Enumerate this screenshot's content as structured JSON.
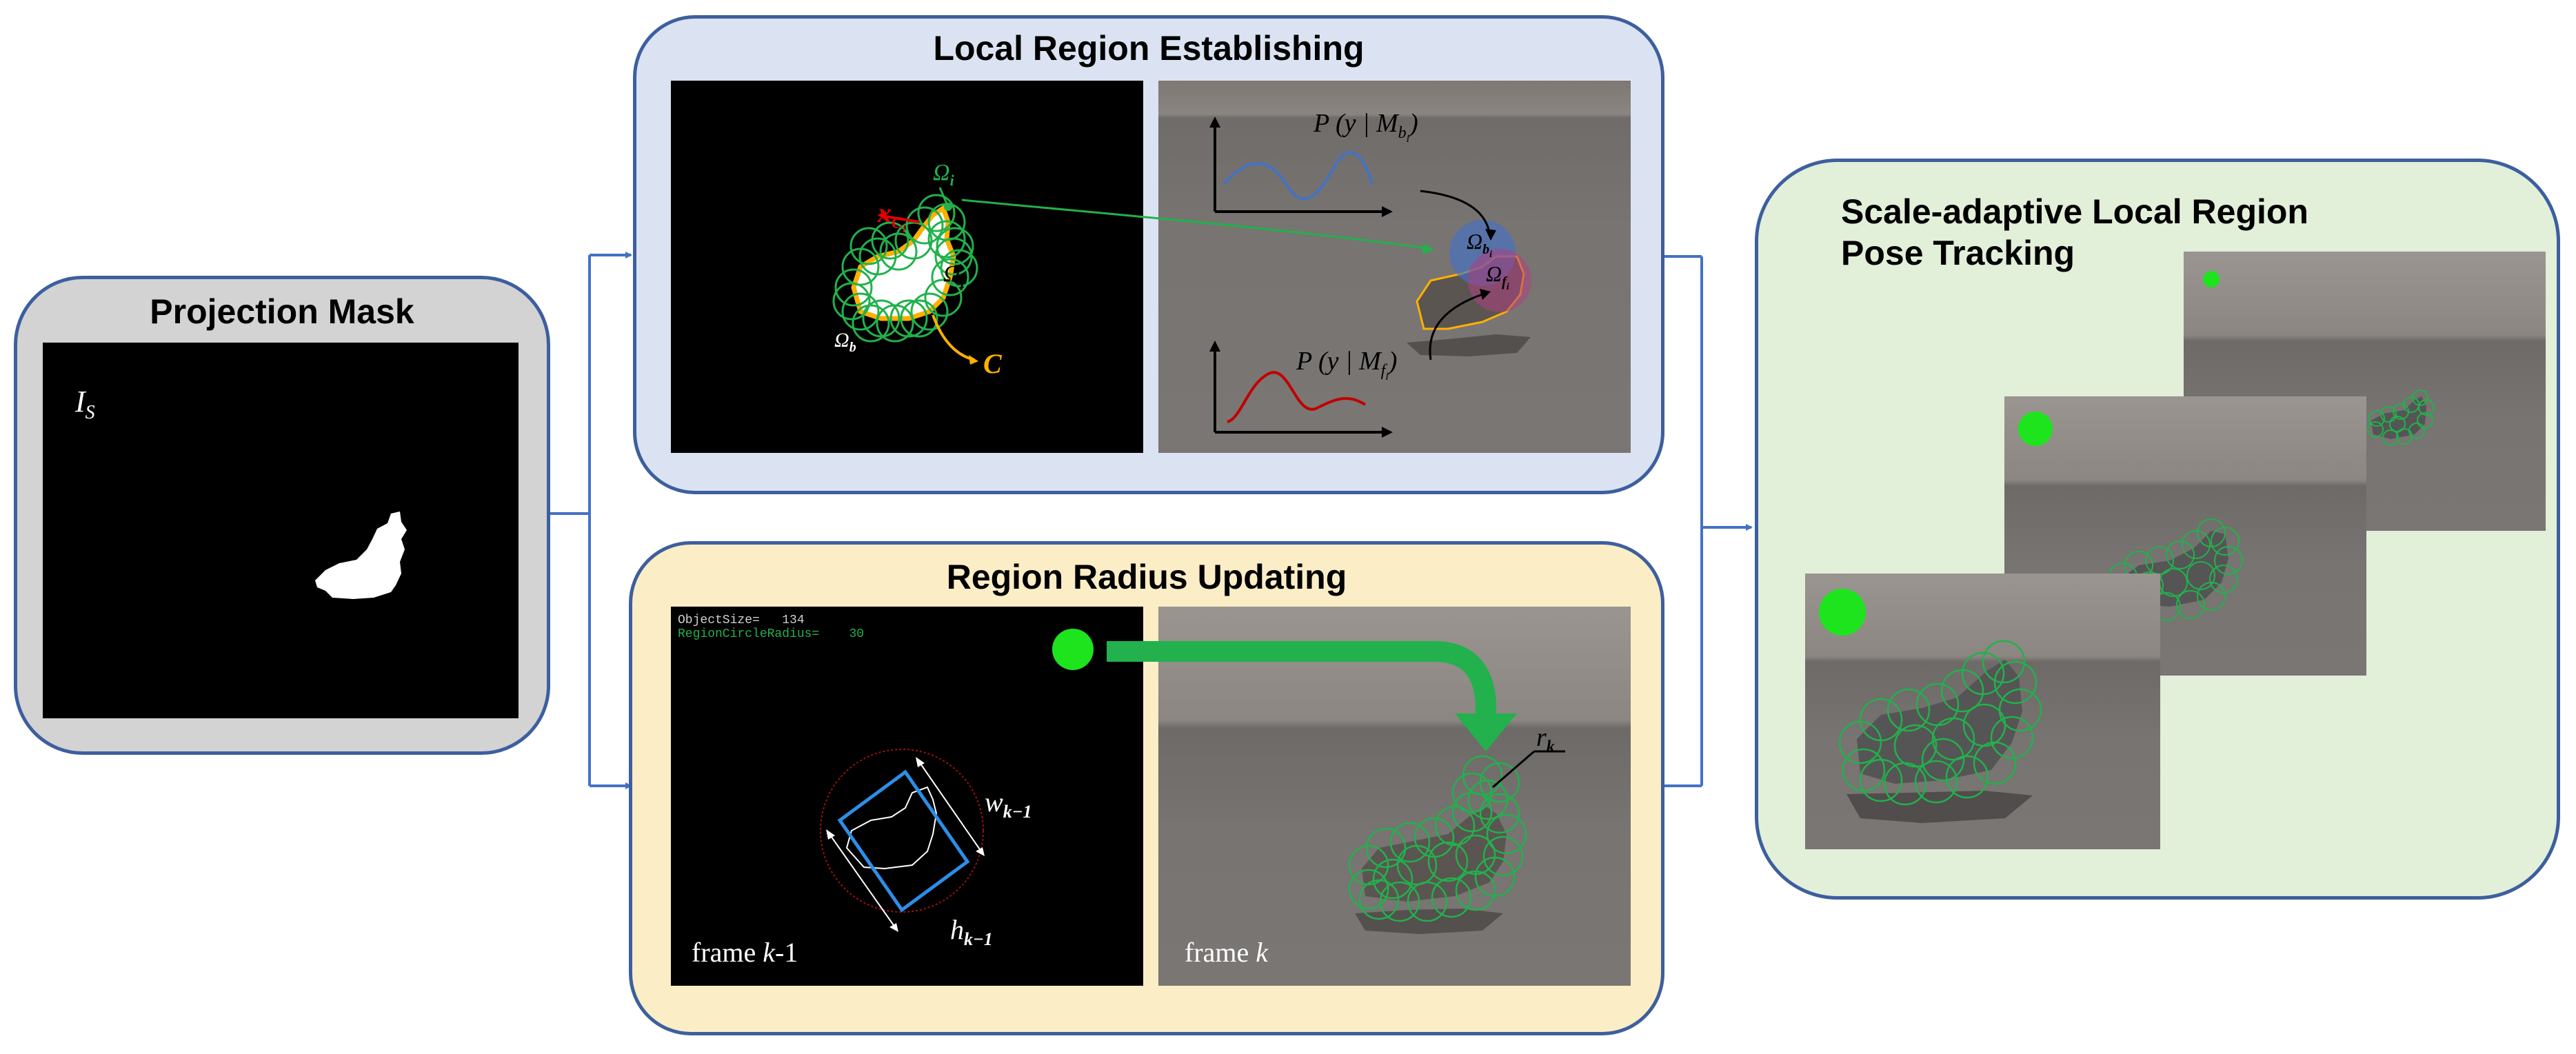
{
  "projection": {
    "title": "Projection Mask",
    "mask_label_main": "I",
    "mask_label_sub": "S"
  },
  "local_region": {
    "title": "Local Region Establishing",
    "omega_i": "Ω",
    "omega_i_sub": "i",
    "x_c": "x",
    "x_c_sub": "C",
    "x_c_subsub": "i",
    "omega_f": "Ω",
    "omega_f_sub": "f",
    "omega_b": "Ω",
    "omega_b_sub": "b",
    "contour": "C",
    "omega_bi": "Ω",
    "omega_bi_sub": "b",
    "omega_bi_subsub": "i",
    "omega_fi": "Ω",
    "omega_fi_sub": "f",
    "omega_fi_subsub": "i",
    "prob_b": "P (y | M",
    "prob_b_sub": "b",
    "prob_b_subsub": "i",
    "prob_f": "P (y | M",
    "prob_f_sub": "f",
    "prob_f_subsub": "i",
    "close_paren": ")"
  },
  "radius": {
    "title": "Region Radius Updating",
    "debug_line1_label": "ObjectSize=",
    "debug_line1_value": "134",
    "debug_line2_label": "RegionCircleRadius=",
    "debug_line2_value": "30",
    "w_label": "w",
    "w_sub": "k−1",
    "h_label": "h",
    "h_sub": "k−1",
    "frame_prev": "frame ",
    "frame_prev_k": "k",
    "frame_prev_suffix": "-1",
    "frame_cur": "frame ",
    "frame_cur_k": "k",
    "r_label": "r",
    "r_sub": "k"
  },
  "tracking": {
    "title_line1": "Scale-adaptive Local Region",
    "title_line2": "Pose Tracking"
  },
  "colors": {
    "panel_border": "#3d5f9e",
    "projection_fill": "#d3d3d3",
    "local_fill": "#dbe3f2",
    "radius_fill": "#fbedc6",
    "tracking_fill": "#e2efd9",
    "region_green": "#22b14c",
    "contour_orange": "#ffb000",
    "xc_red": "#e00000",
    "hist_blue": "#4472c4",
    "hist_red": "#c00000",
    "rect_blue": "#2d8ee8",
    "connector": "#4472c4"
  }
}
